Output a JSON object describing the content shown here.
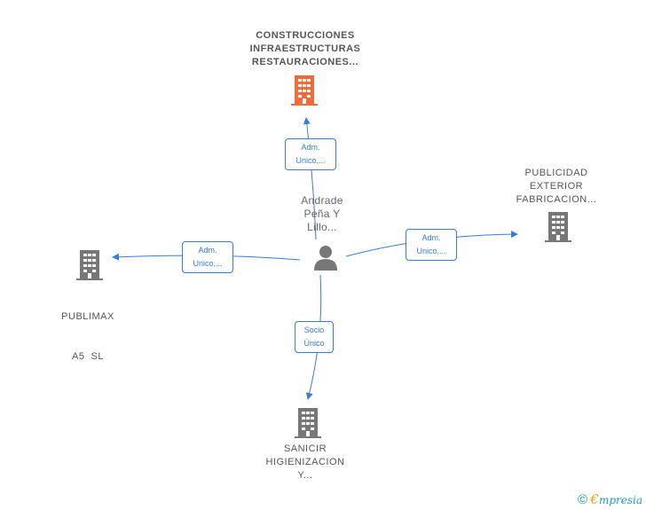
{
  "center": {
    "lines": [
      "Andrade",
      "Peña Y",
      "Lillo..."
    ]
  },
  "nodes": [
    {
      "id": "top",
      "lines": [
        "CONSTRUCCIONES",
        "INFRAESTRUCTURAS",
        "RESTAURACIONES..."
      ],
      "highlight": true,
      "color": "#f26b3a"
    },
    {
      "id": "right",
      "lines": [
        "PUBLICIDAD",
        "EXTERIOR",
        "FABRICACION..."
      ],
      "highlight": false,
      "color": "#777777"
    },
    {
      "id": "left",
      "lines": [
        "PUBLIMAX",
        "A5  SL"
      ],
      "highlight": false,
      "color": "#777777"
    },
    {
      "id": "bottom",
      "lines": [
        "SANICIR",
        "HIGIENIZACION",
        "Y..."
      ],
      "highlight": false,
      "color": "#777777"
    }
  ],
  "edges": [
    {
      "id": "top",
      "lines": [
        "Adm.",
        "Unico,..."
      ]
    },
    {
      "id": "right",
      "lines": [
        "Adm.",
        "Unico,..."
      ]
    },
    {
      "id": "left",
      "lines": [
        "Adm.",
        "Unico,..."
      ]
    },
    {
      "id": "bottom",
      "lines": [
        "Socio",
        "Único"
      ]
    }
  ],
  "colors": {
    "edge": "#3a7bd5",
    "person": "#777777"
  },
  "footer": {
    "copyright": "©",
    "brand_e": "€",
    "brand_rest": "mpresia"
  }
}
